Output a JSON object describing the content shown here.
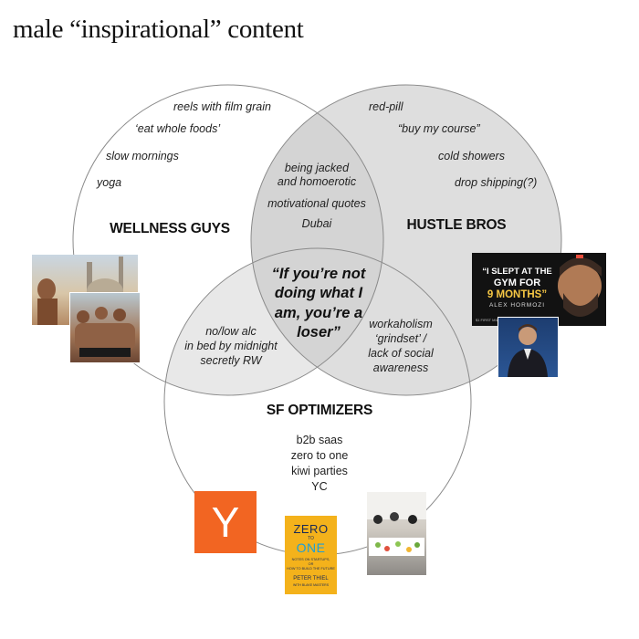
{
  "title": "male “inspirational” content",
  "sets": {
    "wellness": "WELLNESS GUYS",
    "hustle": "HUSTLE BROS",
    "sf": "SF OPTIMIZERS"
  },
  "wellness_only": [
    "reels with film grain",
    "‘eat whole foods’",
    "slow mornings",
    "yoga"
  ],
  "hustle_only": [
    "red-pill",
    "“buy my course”",
    "cold showers",
    "drop shipping(?)"
  ],
  "wellness_hustle": [
    "being jacked",
    "and homoerotic",
    "motivational quotes",
    "Dubai"
  ],
  "wellness_sf": [
    "no/low alc",
    "in bed by midnight",
    "secretly RW"
  ],
  "hustle_sf": [
    "workaholism",
    "‘grindset’ /",
    "lack of social",
    "awareness"
  ],
  "center_quote": [
    "“If you’re not",
    "doing what I",
    "am, you’re a",
    "loser”"
  ],
  "sf_only": [
    "b2b saas",
    "zero to one",
    "kiwi parties",
    "YC"
  ],
  "images": {
    "hormozi_line1": "“I SLEPT AT THE",
    "hormozi_line2": "GYM FOR",
    "hormozi_line3": "9 MONTHS”",
    "hormozi_name": "ALEX HORMOZI",
    "hormozi_tag": "$1 FIRST MILLION",
    "yc_letter": "Y",
    "book_title1": "ZERO",
    "book_title2": "TO",
    "book_title3": "ONE",
    "book_sub1": "NOTES ON STARTUPS,",
    "book_sub2": "OR",
    "book_sub3": "HOW TO BUILD THE FUTURE",
    "book_author": "PETER THIEL",
    "book_coauthor": "WITH BLAKE MASTERS"
  },
  "colors": {
    "circle_stroke": "#8a8a8a",
    "overlap_fill": "#dedede",
    "yc_orange": "#f26522",
    "book_yellow": "#f4b21b"
  }
}
